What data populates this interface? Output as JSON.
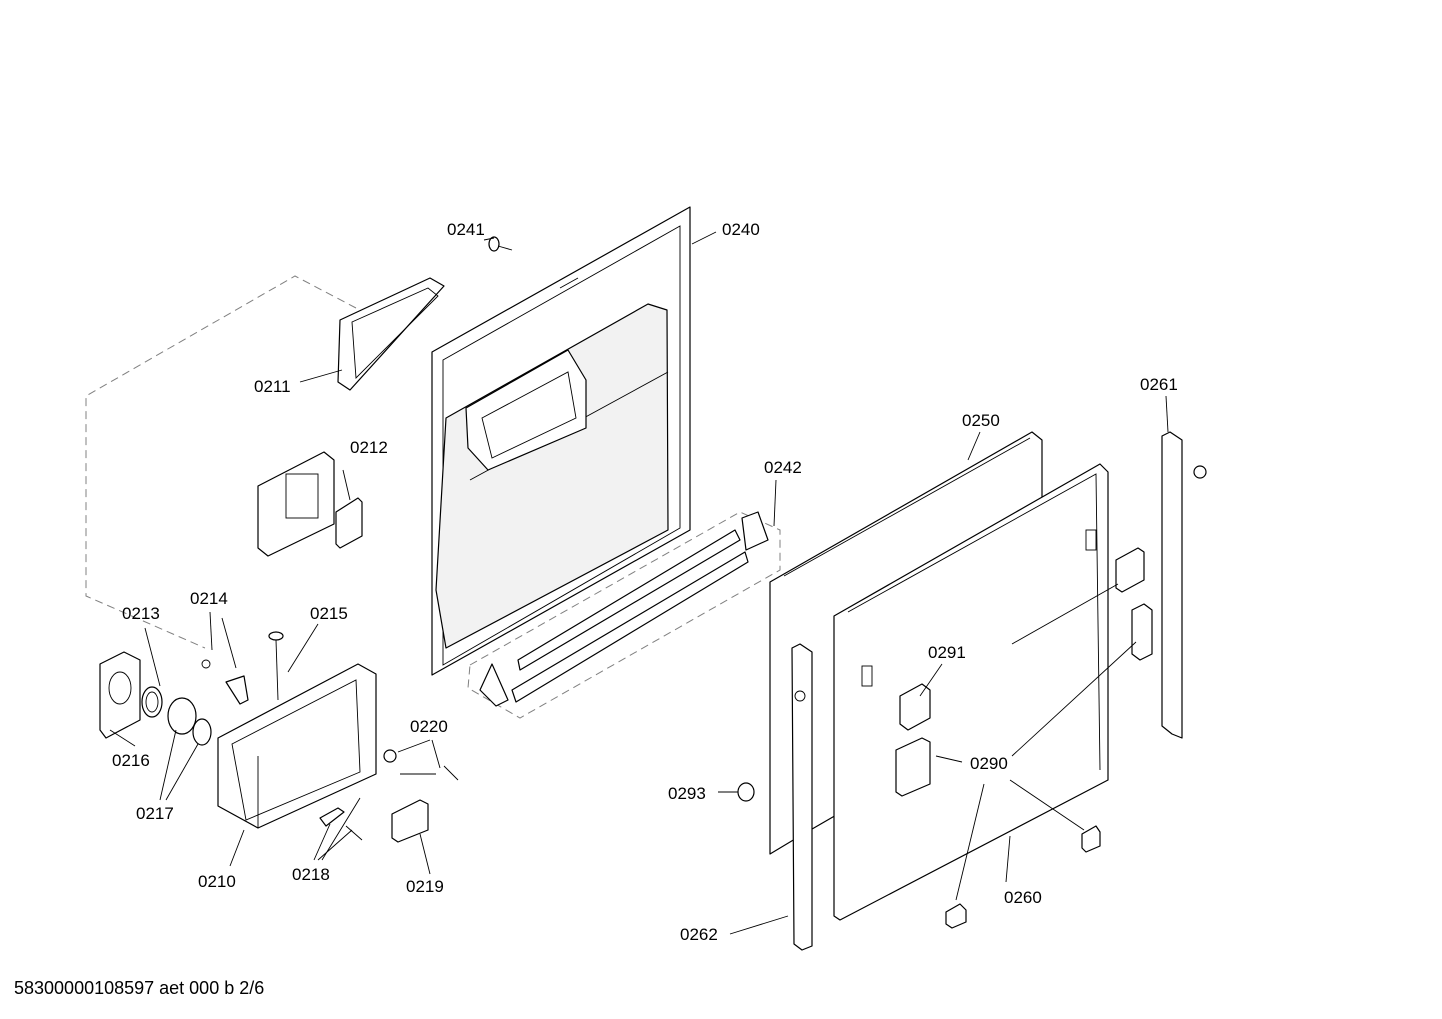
{
  "labels": {
    "p0210": "0210",
    "p0211": "0211",
    "p0212": "0212",
    "p0213": "0213",
    "p0214": "0214",
    "p0215": "0215",
    "p0216": "0216",
    "p0217": "0217",
    "p0218": "0218",
    "p0219": "0219",
    "p0220": "0220",
    "p0240": "0240",
    "p0241": "0241",
    "p0242": "0242",
    "p0250": "0250",
    "p0260": "0260",
    "p0261": "0261",
    "p0262": "0262",
    "p0290": "0290",
    "p0291": "0291",
    "p0293": "0293"
  },
  "footer": "58300000108597 aet 000 b 2/6"
}
